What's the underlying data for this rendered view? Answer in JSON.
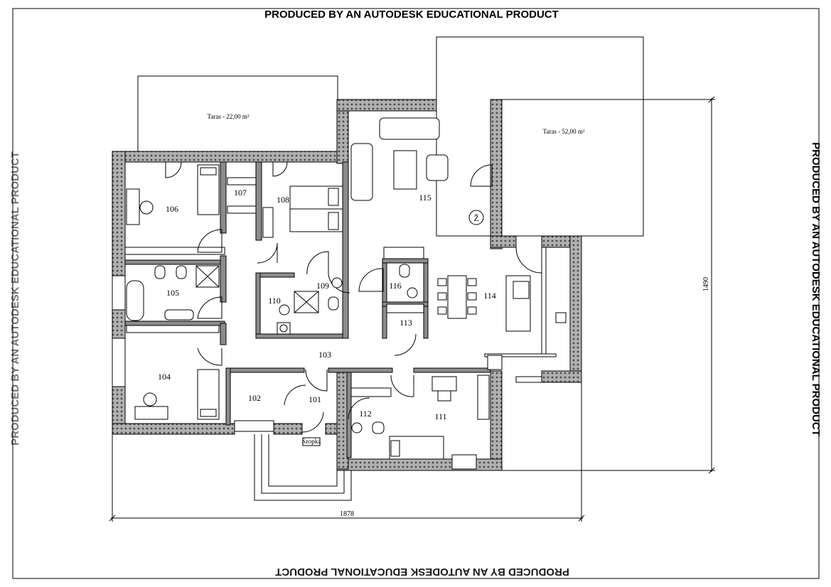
{
  "watermark": {
    "top": "PRODUCED BY AN AUTODESK EDUCATIONAL PRODUCT",
    "right": "PRODUCED BY AN AUTODESK EDUCATIONAL PRODUCT",
    "bottom": "PRODUCED BY AN AUTODESK EDUCATIONAL PRODUCT",
    "left": "PRODUCED BY AN AUTODESK EDUCATIONAL PRODUCT"
  },
  "terraces": {
    "left": "Taras - 22,00 m²",
    "right": "Taras - 52,00 m²"
  },
  "rooms": {
    "r101": "101",
    "r102": "102",
    "r103": "103",
    "r104": "104",
    "r105": "105",
    "r106": "106",
    "r107": "107",
    "r108": "108",
    "r109": "109",
    "r110": "110",
    "r111": "111",
    "r112": "112",
    "r113": "113",
    "r114": "114",
    "r115": "115",
    "r116": "116"
  },
  "fireplace_symbol": "Ž",
  "entrance_label": "Szopka",
  "dimensions": {
    "width": "1878",
    "height": "1490"
  }
}
